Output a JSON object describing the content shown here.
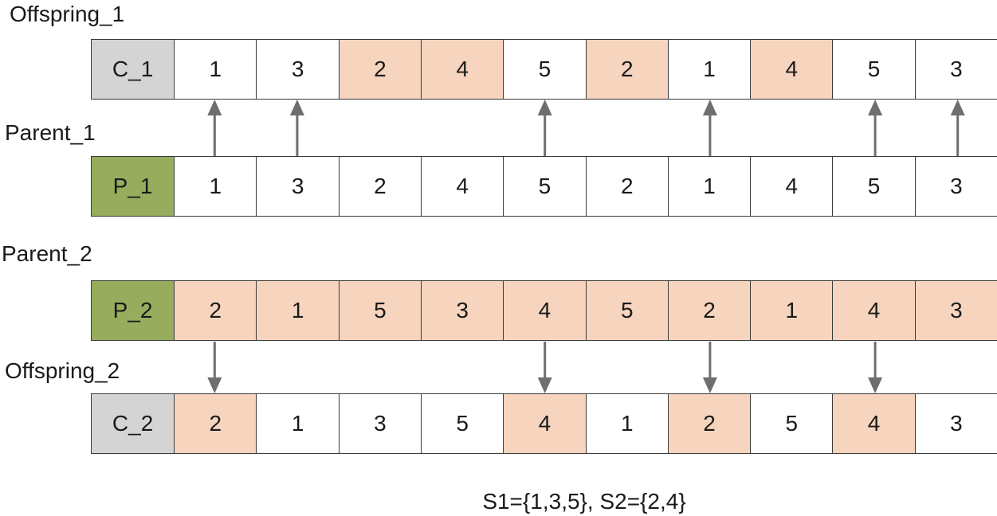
{
  "rows": [
    {
      "label": "Offspring_1",
      "head": "C_1",
      "head_color": "gray",
      "genes": [
        "1",
        "3",
        "2",
        "4",
        "5",
        "2",
        "1",
        "4",
        "5",
        "3"
      ],
      "highlight": [
        false,
        false,
        true,
        true,
        false,
        true,
        false,
        true,
        false,
        false
      ]
    },
    {
      "label": "Parent_1",
      "head": "P_1",
      "head_color": "green",
      "genes": [
        "1",
        "3",
        "2",
        "4",
        "5",
        "2",
        "1",
        "4",
        "5",
        "3"
      ],
      "highlight": [
        false,
        false,
        false,
        false,
        false,
        false,
        false,
        false,
        false,
        false
      ]
    },
    {
      "label": "Parent_2",
      "head": "P_2",
      "head_color": "green",
      "genes": [
        "2",
        "1",
        "5",
        "3",
        "4",
        "5",
        "2",
        "1",
        "4",
        "3"
      ],
      "highlight": [
        true,
        true,
        true,
        true,
        true,
        true,
        true,
        true,
        true,
        true
      ]
    },
    {
      "label": "Offspring_2",
      "head": "C_2",
      "head_color": "gray",
      "genes": [
        "2",
        "1",
        "3",
        "5",
        "4",
        "1",
        "2",
        "5",
        "4",
        "3"
      ],
      "highlight": [
        true,
        false,
        false,
        false,
        true,
        false,
        true,
        false,
        true,
        false
      ]
    }
  ],
  "arrows_up_positions": [
    0,
    1,
    4,
    6,
    8,
    9
  ],
  "arrows_down_positions": [
    0,
    4,
    6,
    8
  ],
  "colors": {
    "highlight": "#f6d4bd",
    "parent_head": "#97ad5d",
    "child_head": "#d4d4d4",
    "arrow": "#6e6e6e"
  },
  "caption": "S1={1,3,5}, S2={2,4}"
}
